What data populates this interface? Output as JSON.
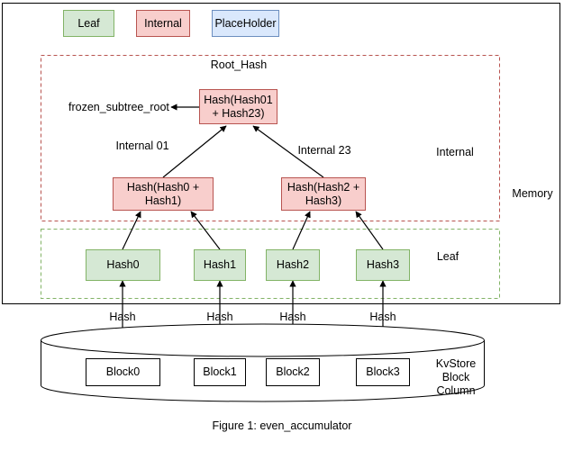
{
  "figure": {
    "caption": "Figure 1: even_accumulator"
  },
  "legend": {
    "items": [
      {
        "label": "Leaf",
        "type": "leaf",
        "fill": "#d5e8d4",
        "stroke": "#82b366"
      },
      {
        "label": "Internal",
        "type": "internal",
        "fill": "#f8cecc",
        "stroke": "#b85450"
      },
      {
        "label": "PlaceHolder",
        "type": "placeholder",
        "fill": "#dae8fc",
        "stroke": "#6c8ebf"
      }
    ]
  },
  "regions": {
    "memory": {
      "label": "Memory"
    },
    "internal_zone": {
      "label": "Internal",
      "stroke": "#b85450"
    },
    "leaf_zone": {
      "label": "Leaf",
      "stroke": "#82b366"
    },
    "storage": {
      "label": "KvStore\nBlock\nColumn"
    }
  },
  "tree": {
    "root_title": "Root_Hash",
    "root_node": {
      "label": "Hash(Hash01\n+ Hash23)"
    },
    "frozen_pointer": "frozen_subtree_root",
    "internal_labels": {
      "left": "Internal 01",
      "right": "Internal 23"
    },
    "internal_nodes": [
      {
        "label": "Hash(Hash0 +\nHash1)"
      },
      {
        "label": "Hash(Hash2 +\nHash3)"
      }
    ],
    "leaf_nodes": [
      {
        "label": "Hash0"
      },
      {
        "label": "Hash1"
      },
      {
        "label": "Hash2"
      },
      {
        "label": "Hash3"
      }
    ]
  },
  "storage_layer": {
    "hash_edge_labels": [
      "Hash",
      "Hash",
      "Hash",
      "Hash"
    ],
    "blocks": [
      {
        "label": "Block0"
      },
      {
        "label": "Block1"
      },
      {
        "label": "Block2"
      },
      {
        "label": "Block3"
      }
    ]
  }
}
